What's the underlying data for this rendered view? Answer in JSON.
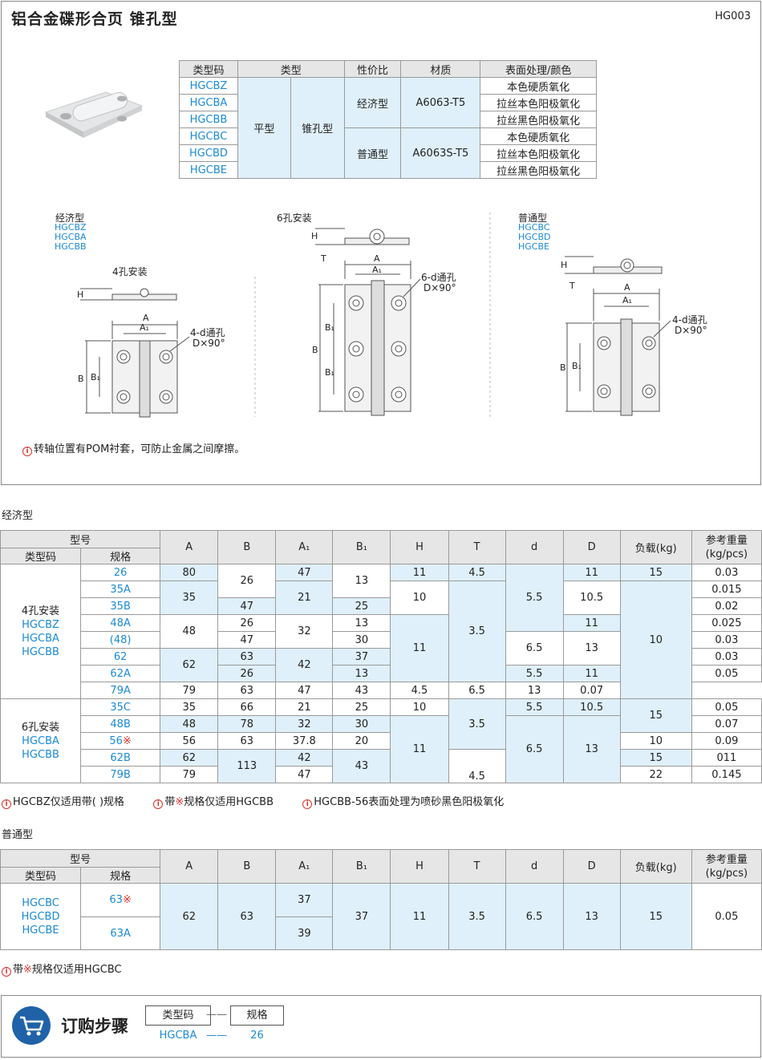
{
  "header": {
    "title": "铝合金碟形合页  锥孔型",
    "code": "HG003"
  },
  "type_table": {
    "headers": [
      "类型码",
      "类型",
      "性价比",
      "材质",
      "表面处理/颜色"
    ],
    "codes": [
      "HGCBZ",
      "HGCBA",
      "HGCBB",
      "HGCBC",
      "HGCBD",
      "HGCBE"
    ],
    "type1": "平型",
    "type2": "锥孔型",
    "grades": [
      "经济型",
      "普通型"
    ],
    "materials": [
      "A6063-T5",
      "A6063S-T5"
    ],
    "finishes": [
      "本色硬质氧化",
      "拉丝本色阳极氧化",
      "拉丝黑色阳极氧化",
      "本色硬质氧化",
      "拉丝本色阳极氧化",
      "拉丝黑色阳极氧化"
    ]
  },
  "drawings": {
    "left": {
      "grade": "经济型",
      "codes": [
        "HGCBZ",
        "HGCBA",
        "HGCBB"
      ],
      "caption": "4孔安装",
      "hole": "4-d通孔",
      "angle": "D×90°"
    },
    "middle": {
      "caption": "6孔安装",
      "hole": "6-d通孔",
      "angle": "D×90°"
    },
    "right": {
      "grade": "普通型",
      "codes": [
        "HGCBC",
        "HGCBD",
        "HGCBE"
      ],
      "hole": "4-d通孔",
      "angle": "D×90°"
    },
    "dims": {
      "A": "A",
      "A1": "A₁",
      "B": "B",
      "B1": "B₁",
      "H": "H",
      "T": "T"
    }
  },
  "top_note": "转轴位置有POM衬套，可防止金属之间摩擦。",
  "section1": {
    "title": "经济型",
    "head_model": "型号",
    "head_code": "类型码",
    "head_spec": "规格",
    "cols": [
      "A",
      "B",
      "A₁",
      "B₁",
      "H",
      "T",
      "d",
      "D",
      "负载(kg)",
      "参考重量\n(kg/pcs)"
    ],
    "group1_label": [
      "4孔安装",
      "HGCBZ",
      "HGCBA",
      "HGCBB"
    ],
    "group2_label": [
      "6孔安装",
      "HGCBA",
      "HGCBB"
    ],
    "specs": [
      "26",
      "35A",
      "35B",
      "48A",
      "(48)",
      "62",
      "62A",
      "79A",
      "35C",
      "48B",
      "56",
      "62B",
      "79B"
    ],
    "mark": "※",
    "A": [
      "80",
      "35",
      "48",
      "62",
      "79",
      "35",
      "48",
      "56",
      "62",
      "79"
    ],
    "B": [
      "26",
      "47",
      "26",
      "47",
      "63",
      "26",
      "63",
      "66",
      "78",
      "63",
      "113"
    ],
    "A1": [
      "47",
      "21",
      "32",
      "42",
      "47",
      "21",
      "32",
      "37.8",
      "42",
      "47"
    ],
    "B1": [
      "13",
      "25",
      "13",
      "30",
      "37",
      "13",
      "43",
      "25",
      "30",
      "20",
      "43"
    ],
    "H": [
      "11",
      "10",
      "11",
      "10",
      "11"
    ],
    "T": [
      "4.5",
      "3.5",
      "4.5",
      "3.5",
      "4.5"
    ],
    "d": [
      "5.5",
      "6.5",
      "5.5",
      "6.5",
      "5.5",
      "6.5"
    ],
    "D": [
      "11",
      "10.5",
      "11",
      "13",
      "11",
      "13",
      "10.5",
      "13"
    ],
    "load": [
      "15",
      "10",
      "15",
      "10",
      "15",
      "22"
    ],
    "weight": [
      "0.03",
      "0.015",
      "0.02",
      "0.025",
      "0.03",
      "0.03",
      "0.05",
      "0.07",
      "0.05",
      "0.07",
      "0.09",
      "011",
      "0.145"
    ]
  },
  "notes1": [
    "HGCBZ仅适用带(  )规格",
    "带",
    "规格仅适用HGCBB",
    "HGCBB-56表面处理为喷砂黑色阳极氧化"
  ],
  "section2": {
    "title": "普通型",
    "codes": [
      "HGCBC",
      "HGCBD",
      "HGCBE"
    ],
    "specs": [
      "63",
      "63A"
    ],
    "A": "62",
    "B": "63",
    "A1": [
      "37",
      "39"
    ],
    "B1": "37",
    "H": "11",
    "T": "3.5",
    "d": "6.5",
    "D": "13",
    "load": "15",
    "weight": "0.05"
  },
  "notes2": [
    "带",
    "规格仅适用HGCBC"
  ],
  "order": {
    "title": "订购步骤",
    "box1": "类型码",
    "box2": "规格",
    "val1": "HGCBA",
    "val2": "26",
    "dash": "——"
  }
}
